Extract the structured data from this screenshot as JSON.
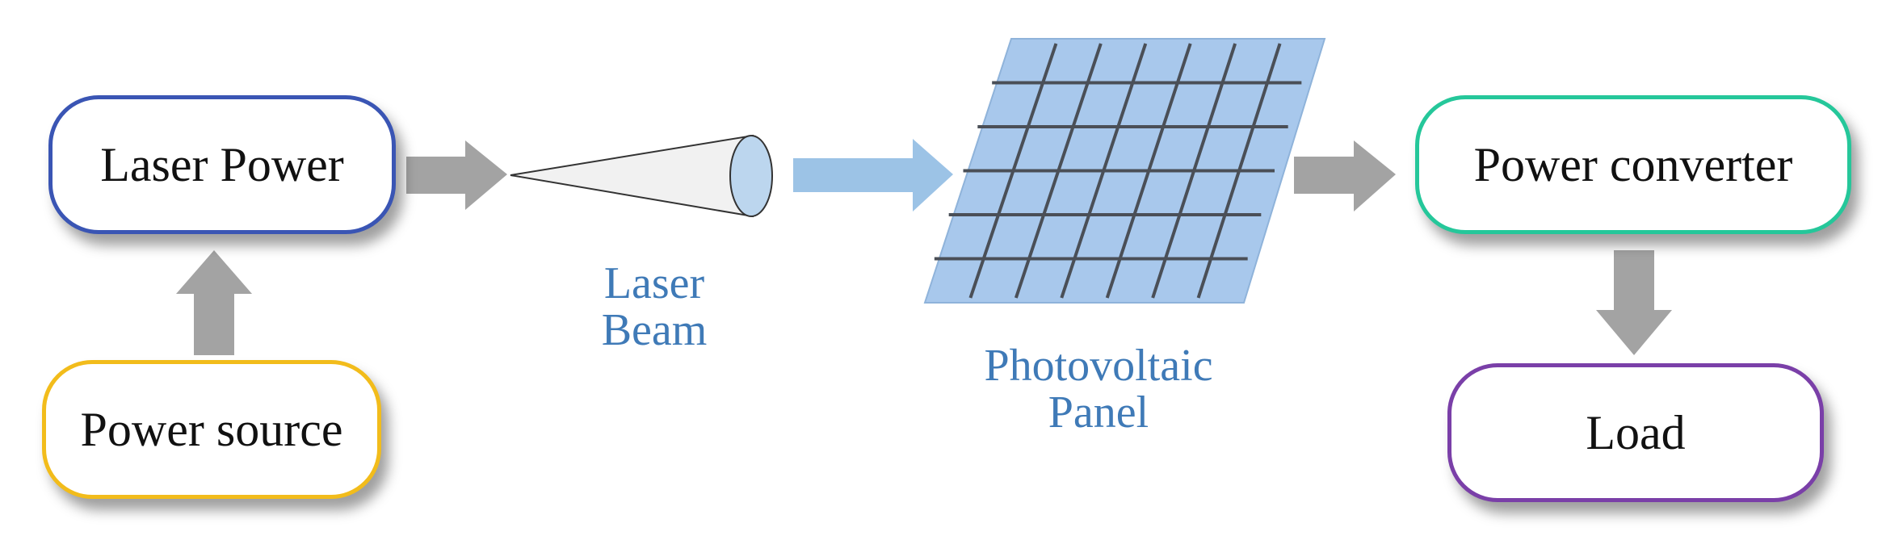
{
  "nodes": {
    "laser_power": "Laser Power",
    "power_source": "Power source",
    "power_converter": "Power converter",
    "load": "Load"
  },
  "captions": {
    "laser_beam_line1": "Laser",
    "laser_beam_line2": "Beam",
    "photovoltaic_line1": "Photovoltaic",
    "photovoltaic_line2": "Panel"
  },
  "icons": {
    "beam_cone": "laser-beam-cone-icon",
    "panel": "photovoltaic-panel-icon"
  },
  "colors": {
    "laser_power_border": "#3a55b4",
    "power_source_border": "#f2bc1b",
    "power_converter_border": "#25c79a",
    "load_border": "#7a3fa8",
    "arrow_gray": "#a3a3a3",
    "arrow_blue": "#9cc3e6",
    "panel_fill": "#a8c8ec",
    "grid_line": "#4a4f57",
    "caption_text": "#3f7ab7"
  }
}
